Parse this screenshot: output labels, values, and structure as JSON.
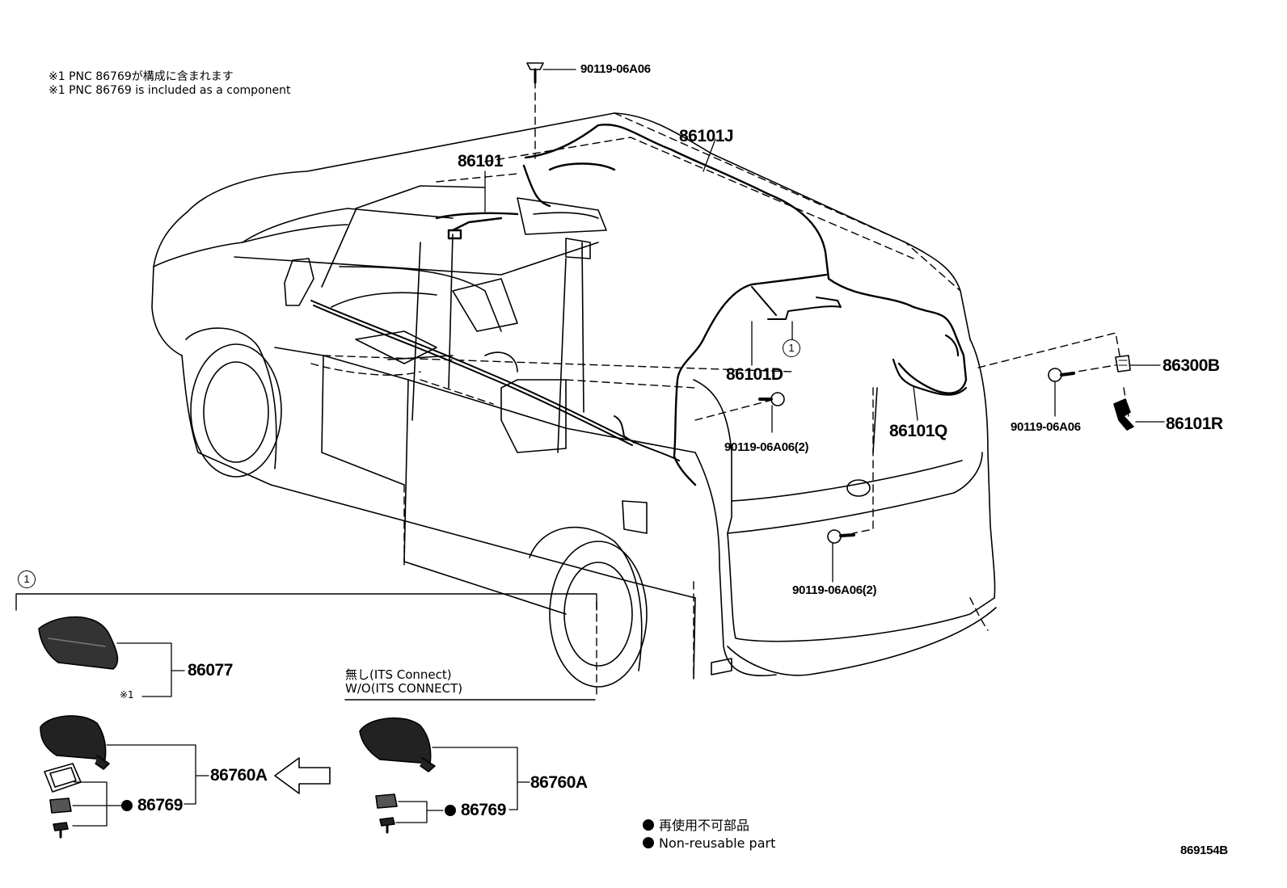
{
  "notes": {
    "line_jp": "※1 PNC 86769が構成に含まれます",
    "line_en": "※1 PNC 86769 is included as a component"
  },
  "callouts": {
    "top_bolt": "90119-06A06",
    "harness_86101j": "86101J",
    "harness_86101": "86101",
    "harness_86101d": "86101D",
    "harness_86101q": "86101Q",
    "bolt_mid": "90119-06A06(2)",
    "bolt_right": "90119-06A06",
    "part_86300b": "86300B",
    "part_86101r": "86101R",
    "bolt_bottom": "90119-06A06(2)",
    "circle_ref": "1"
  },
  "detail": {
    "circle_ref": "1",
    "antenna_top": "86077",
    "star_note": "※1",
    "antenna_left": "86760A",
    "nonreuse_left": "86769",
    "variant_jp": "無し(ITS  Connect)",
    "variant_en": "W/O(ITS CONNECT)",
    "antenna_right": "86760A",
    "nonreuse_right": "86769"
  },
  "legend": {
    "jp": "再使用不可部品",
    "en": "Non-reusable part"
  },
  "figure_id": "869154B"
}
